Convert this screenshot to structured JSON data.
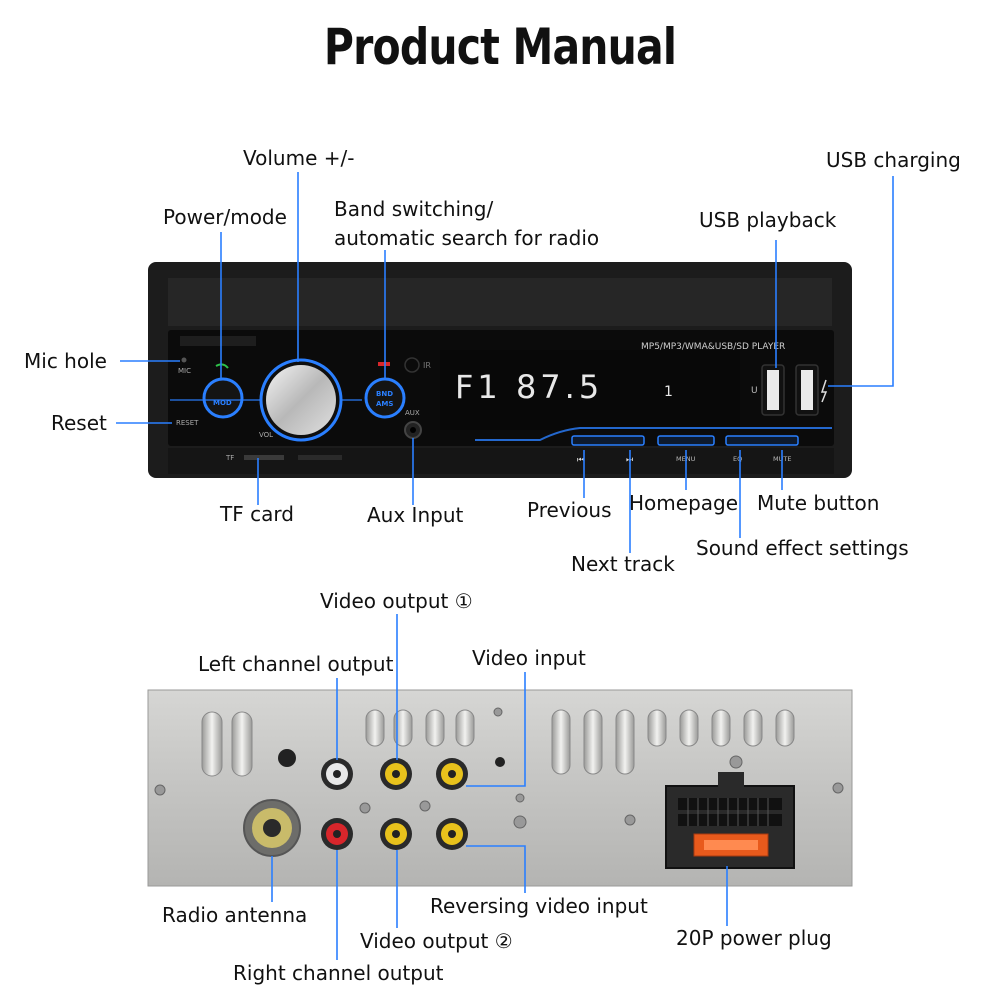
{
  "title": "Product Manual",
  "front_labels": {
    "volume": "Volume +/-",
    "power_mode": "Power/mode",
    "band_switching": "Band switching/",
    "auto_search": "automatic search for radio",
    "usb_charging": "USB charging",
    "usb_playback": "USB playback",
    "mic_hole": "Mic hole",
    "reset": "Reset",
    "tf_card": "TF card",
    "aux_input": "Aux Input",
    "previous": "Previous",
    "homepage": "Homepage",
    "mute_button": "Mute button",
    "next_track": "Next track",
    "sound_effect": "Sound effect settings"
  },
  "panel": {
    "player_text": "MP5/MP3/WMA&USB/SD PLAYER",
    "display": "F1 87.5",
    "display_suffix": "1",
    "mic": "MIC",
    "reset": "RESET",
    "mod": "MOD",
    "vol": "VOL",
    "bnd": "BND",
    "ams": "AMS",
    "aux": "AUX",
    "tf": "TF",
    "u": "U",
    "ir": "IR",
    "menu": "MENU",
    "eq": "EQ",
    "mute": "MUTE",
    "prev_glyph": "⏮",
    "next_glyph": "⏭"
  },
  "rear_labels": {
    "video_output_1": "Video output ①",
    "left_channel": "Left channel output",
    "video_input": "Video input",
    "radio_antenna": "Radio antenna",
    "reversing_video": "Reversing video input",
    "video_output_2": "Video output ②",
    "power_plug": "20P power plug",
    "right_channel": "Right channel output"
  },
  "colors": {
    "accent_blue": "#2a7fff",
    "rca_white": "#e8e8e8",
    "rca_red": "#d8262b",
    "rca_yellow": "#e8c21c",
    "fuse_orange": "#e85a1c"
  }
}
